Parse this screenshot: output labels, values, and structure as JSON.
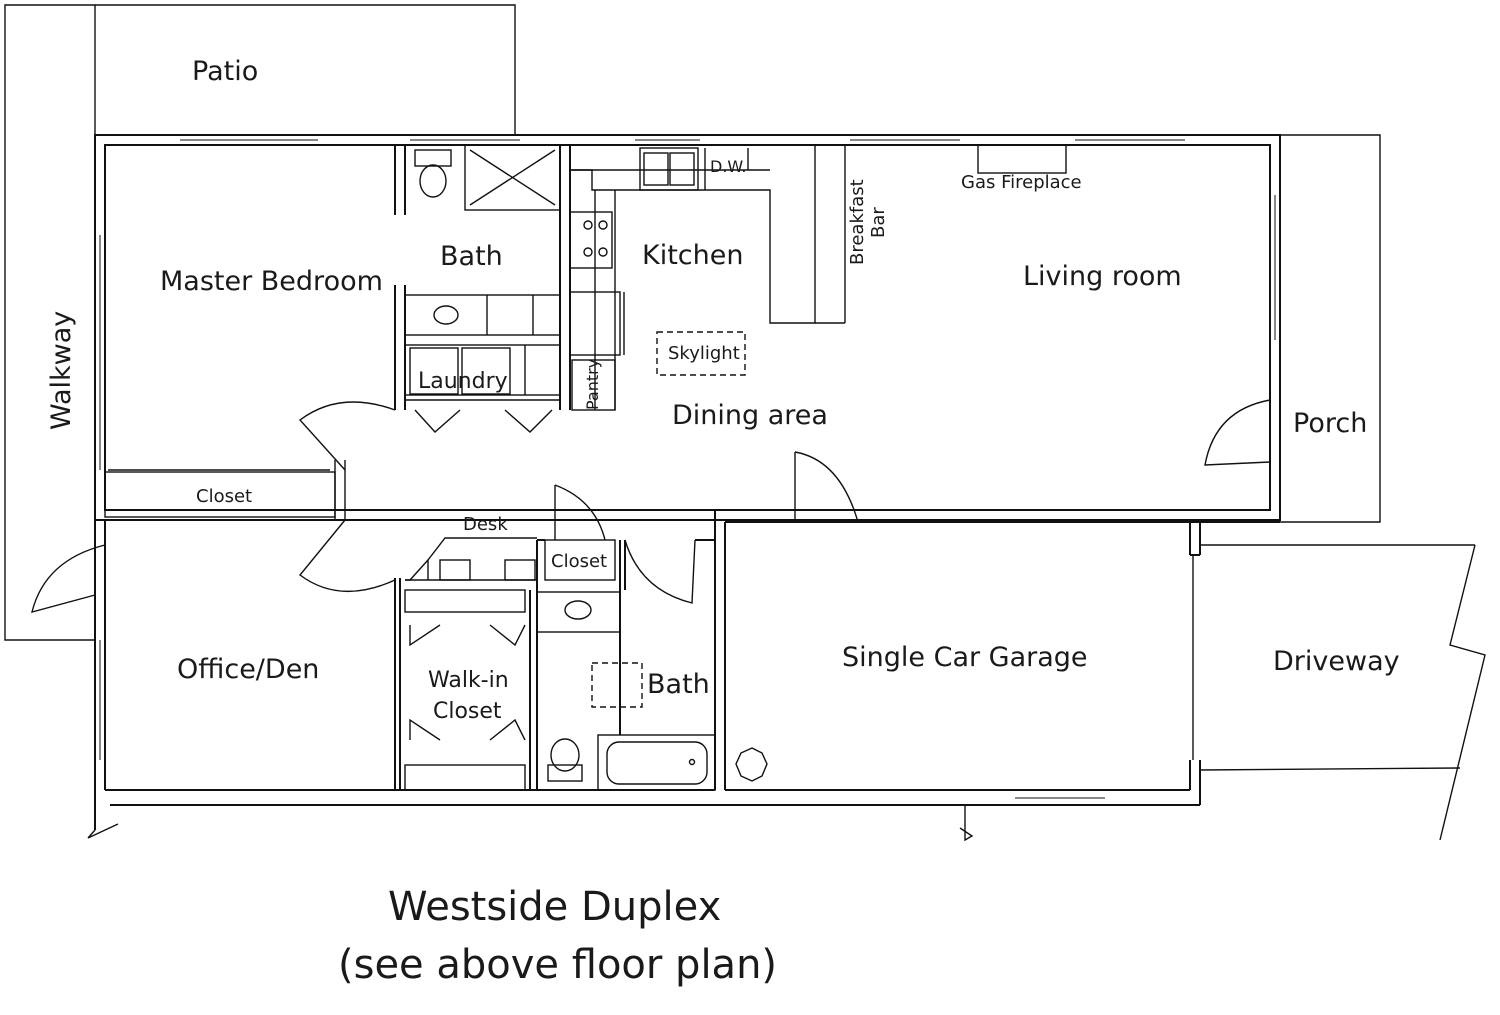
{
  "rooms": {
    "patio": "Patio",
    "walkway": "Walkway",
    "master_bedroom": "Master Bedroom",
    "bath_master": "Bath",
    "laundry": "Laundry",
    "closet_master": "Closet",
    "kitchen": "Kitchen",
    "dishwasher": "D.W.",
    "pantry": "Pantry",
    "skylight": "Skylight",
    "dining_area": "Dining area",
    "breakfast_bar_line1": "Breakfast",
    "breakfast_bar_line2": "Bar",
    "gas_fireplace": "Gas Fireplace",
    "living_room": "Living room",
    "porch": "Porch",
    "desk": "Desk",
    "closet_hall": "Closet",
    "office_den": "Office/Den",
    "walkin_closet_line1": "Walk-in",
    "walkin_closet_line2": "Closet",
    "bath_hall": "Bath",
    "garage": "Single Car Garage",
    "driveway": "Driveway"
  },
  "caption": {
    "line1": "Westside Duplex",
    "line2": "(see above floor plan)"
  },
  "colors": {
    "ink": "#111111",
    "background": "#ffffff"
  }
}
